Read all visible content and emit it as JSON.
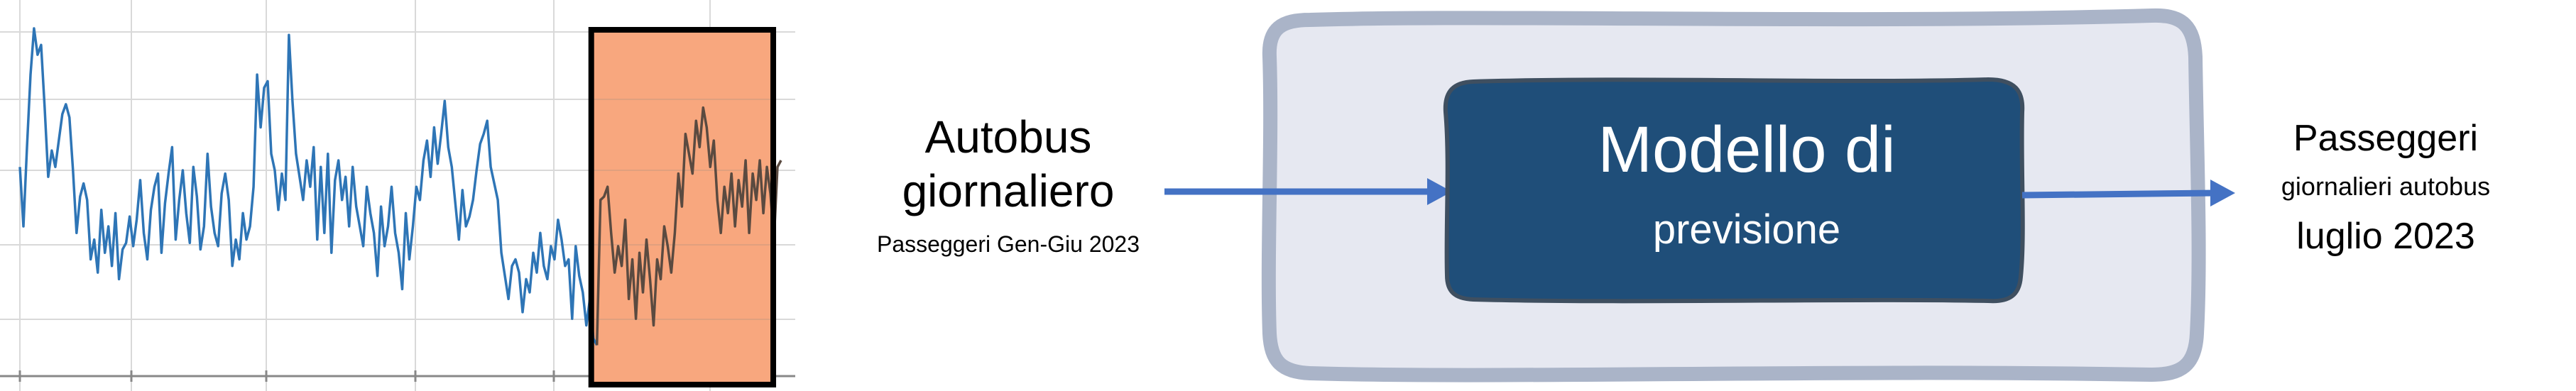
{
  "input": {
    "title_line1": "Autobus",
    "title_line2": "giornaliero",
    "subtitle": "Passeggeri Gen-Giu 2023"
  },
  "model": {
    "line1": "Modello di",
    "line2": "previsione"
  },
  "output": {
    "line1": "Passeggeri",
    "line2": "giornalieri autobus",
    "line3": "luglio 2023"
  },
  "colors": {
    "series_line": "#2e75b6",
    "highlight_fill": "#f8a77e",
    "highlight_series": "#5a4a40",
    "arrow": "#4472c4",
    "model_box": "#1f4e79",
    "outer_box_fill": "#e6e8f1",
    "outer_box_border": "#aab4c8",
    "grid": "#d9d9d9"
  },
  "chart_data": {
    "type": "line",
    "grid": true,
    "highlight": {
      "from_index": 163,
      "to_index": 212,
      "style": "orange box with black border"
    },
    "series": [
      {
        "values": [
          0.58,
          0.4,
          0.64,
          0.86,
          1.0,
          0.92,
          0.95,
          0.76,
          0.55,
          0.63,
          0.58,
          0.66,
          0.74,
          0.77,
          0.73,
          0.57,
          0.38,
          0.49,
          0.53,
          0.48,
          0.3,
          0.36,
          0.26,
          0.45,
          0.32,
          0.4,
          0.28,
          0.44,
          0.24,
          0.33,
          0.35,
          0.43,
          0.34,
          0.42,
          0.54,
          0.38,
          0.3,
          0.45,
          0.52,
          0.56,
          0.32,
          0.47,
          0.56,
          0.64,
          0.36,
          0.48,
          0.57,
          0.44,
          0.35,
          0.58,
          0.49,
          0.33,
          0.4,
          0.62,
          0.46,
          0.38,
          0.34,
          0.5,
          0.56,
          0.48,
          0.28,
          0.36,
          0.3,
          0.44,
          0.36,
          0.4,
          0.52,
          0.86,
          0.7,
          0.82,
          0.84,
          0.62,
          0.57,
          0.45,
          0.56,
          0.48,
          0.98,
          0.78,
          0.62,
          0.55,
          0.48,
          0.6,
          0.52,
          0.64,
          0.36,
          0.58,
          0.38,
          0.62,
          0.32,
          0.54,
          0.6,
          0.48,
          0.55,
          0.4,
          0.58,
          0.46,
          0.4,
          0.34,
          0.52,
          0.44,
          0.38,
          0.25,
          0.46,
          0.34,
          0.4,
          0.52,
          0.38,
          0.32,
          0.21,
          0.44,
          0.3,
          0.4,
          0.52,
          0.48,
          0.6,
          0.66,
          0.55,
          0.7,
          0.59,
          0.68,
          0.78,
          0.64,
          0.58,
          0.47,
          0.36,
          0.51,
          0.4,
          0.43,
          0.48,
          0.57,
          0.65,
          0.68,
          0.72,
          0.58,
          0.53,
          0.48,
          0.32,
          0.25,
          0.18,
          0.28,
          0.3,
          0.26,
          0.14,
          0.24,
          0.2,
          0.32,
          0.26,
          0.38,
          0.28,
          0.24,
          0.34,
          0.3,
          0.42,
          0.36,
          0.28,
          0.3,
          0.12,
          0.34,
          0.25,
          0.2,
          0.1,
          0.18,
          0.06,
          0.04,
          0.48,
          0.49,
          0.52,
          0.38,
          0.26,
          0.34,
          0.28,
          0.42,
          0.18,
          0.3,
          0.12,
          0.32,
          0.2,
          0.36,
          0.24,
          0.1,
          0.3,
          0.24,
          0.4,
          0.34,
          0.26,
          0.38,
          0.56,
          0.46,
          0.68,
          0.62,
          0.56,
          0.72,
          0.64,
          0.76,
          0.7,
          0.58,
          0.66,
          0.48,
          0.38,
          0.52,
          0.44,
          0.56,
          0.4,
          0.54,
          0.46,
          0.6,
          0.38,
          0.56,
          0.48,
          0.6,
          0.44,
          0.58,
          0.5,
          0.36,
          0.58,
          0.6
        ]
      }
    ]
  }
}
